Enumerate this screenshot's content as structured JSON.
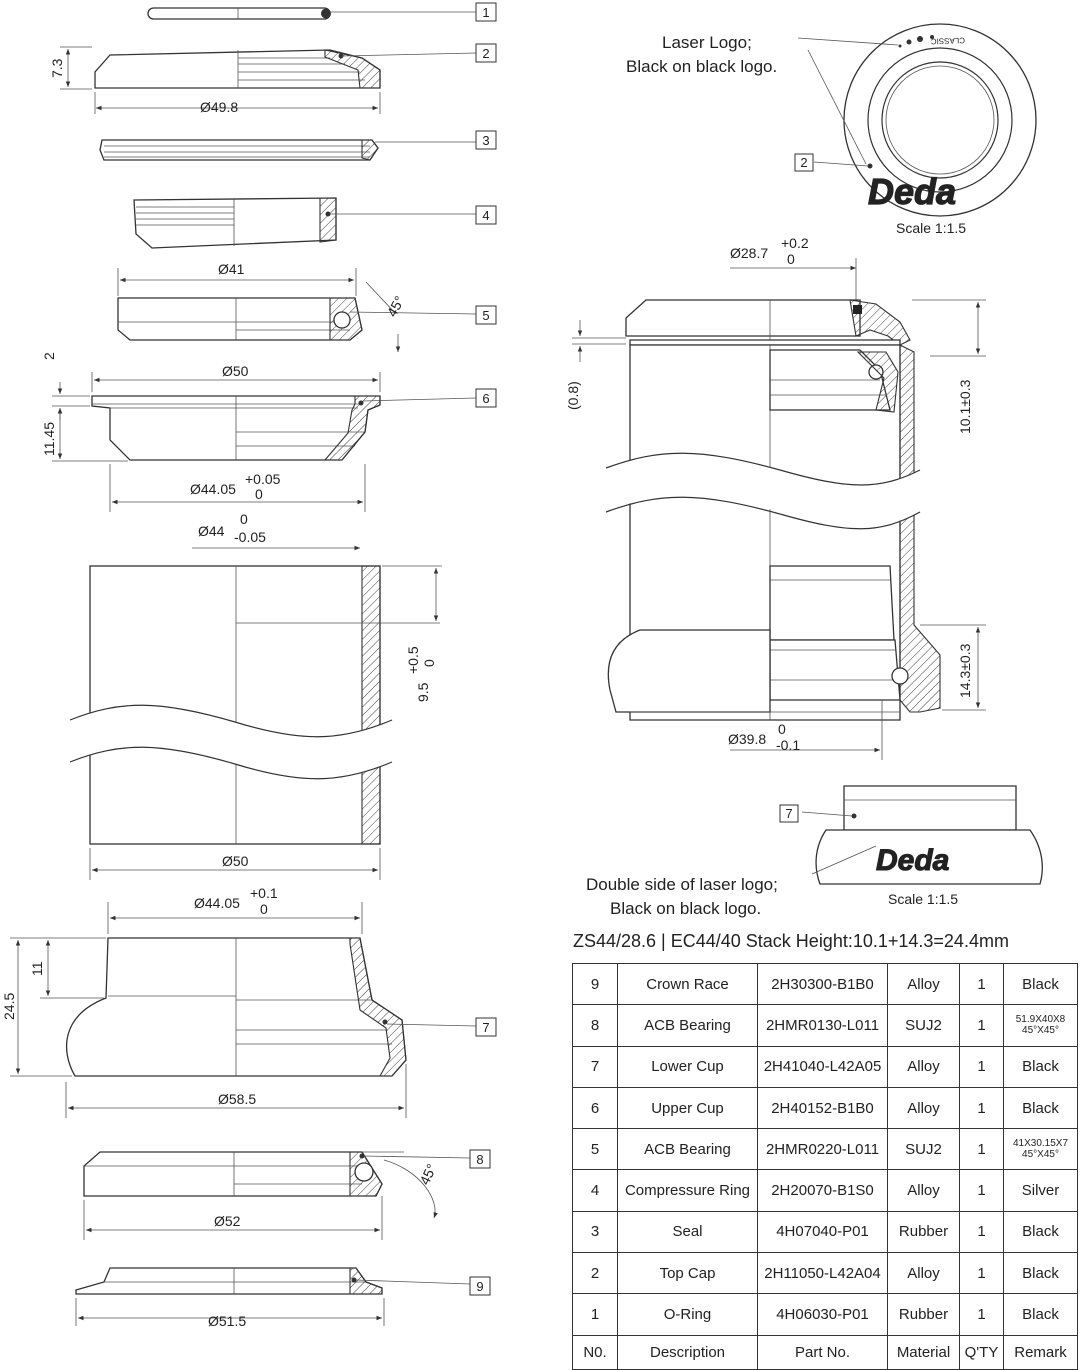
{
  "callouts": [
    "1",
    "2",
    "3",
    "4",
    "5",
    "6",
    "7",
    "8",
    "9"
  ],
  "dimensions": {
    "topcap_height": "7.3",
    "topcap_dia": "Ø49.8",
    "compression_dia": "Ø41",
    "bearing_angle_upper": "45°",
    "uppercup_lip": "2",
    "uppercup_height": "11.45",
    "uppercup_outer": "Ø50",
    "uppercup_inner_main": "Ø44.05",
    "uppercup_inner_tol_up": "+0.05",
    "uppercup_inner_tol_low": "0",
    "headtube_top_main": "Ø44",
    "headtube_top_tol_up": "0",
    "headtube_top_tol_low": "-0.05",
    "headtube_depth_main": "9.5",
    "headtube_depth_tol_up": "+0.5",
    "headtube_depth_tol_low": "0",
    "headtube_outer": "Ø50",
    "lowercup_inner_main": "Ø44.05",
    "lowercup_inner_tol_up": "+0.1",
    "lowercup_inner_tol_low": "0",
    "lowercup_insert": "11",
    "lowercup_height": "24.5",
    "lowercup_outer": "Ø58.5",
    "bearing_angle_lower": "45°",
    "lowerbearing_dia": "Ø52",
    "crownrace_dia": "Ø51.5",
    "steerer_main": "Ø28.7",
    "steerer_tol_up": "+0.2",
    "steerer_tol_low": "0",
    "gap": "(0.8)",
    "upper_stack": "10.1±0.3",
    "lower_stack": "14.3±0.3",
    "race_main": "Ø39.8",
    "race_tol_up": "0",
    "race_tol_low": "-0.1"
  },
  "notes": {
    "laser_logo_line1": "Laser Logo;",
    "laser_logo_line2": "Black on black logo.",
    "double_logo_line1": "Double side of laser logo;",
    "double_logo_line2": "Black on black logo.",
    "scale_top": "Scale 1:1.5",
    "scale_bottom": "Scale 1:1.5",
    "brand_logo": "Deda",
    "ring_text": "CLASSIC"
  },
  "spec_title": "ZS44/28.6 | EC44/40  Stack Height:10.1+14.3=24.4mm",
  "bom": {
    "headers": [
      "N0.",
      "Description",
      "Part No.",
      "Material",
      "Q'TY",
      "Remark"
    ],
    "rows": [
      {
        "no": "9",
        "description": "Crown Race",
        "part_no": "2H30300-B1B0",
        "material": "Alloy",
        "qty": "1",
        "remark": "Black"
      },
      {
        "no": "8",
        "description": "ACB Bearing",
        "part_no": "2HMR0130-L011",
        "material": "SUJ2",
        "qty": "1",
        "remark": "51.9X40X8 45°X45°"
      },
      {
        "no": "7",
        "description": "Lower Cup",
        "part_no": "2H41040-L42A05",
        "material": "Alloy",
        "qty": "1",
        "remark": "Black"
      },
      {
        "no": "6",
        "description": "Upper Cup",
        "part_no": "2H40152-B1B0",
        "material": "Alloy",
        "qty": "1",
        "remark": "Black"
      },
      {
        "no": "5",
        "description": "ACB Bearing",
        "part_no": "2HMR0220-L011",
        "material": "SUJ2",
        "qty": "1",
        "remark": "41X30.15X7 45°X45°"
      },
      {
        "no": "4",
        "description": "Compressure Ring",
        "part_no": "2H20070-B1S0",
        "material": "Alloy",
        "qty": "1",
        "remark": "Silver"
      },
      {
        "no": "3",
        "description": "Seal",
        "part_no": "4H07040-P01",
        "material": "Rubber",
        "qty": "1",
        "remark": "Black"
      },
      {
        "no": "2",
        "description": "Top Cap",
        "part_no": "2H11050-L42A04",
        "material": "Alloy",
        "qty": "1",
        "remark": "Black"
      },
      {
        "no": "1",
        "description": "O-Ring",
        "part_no": "4H06030-P01",
        "material": "Rubber",
        "qty": "1",
        "remark": "Black"
      }
    ]
  }
}
